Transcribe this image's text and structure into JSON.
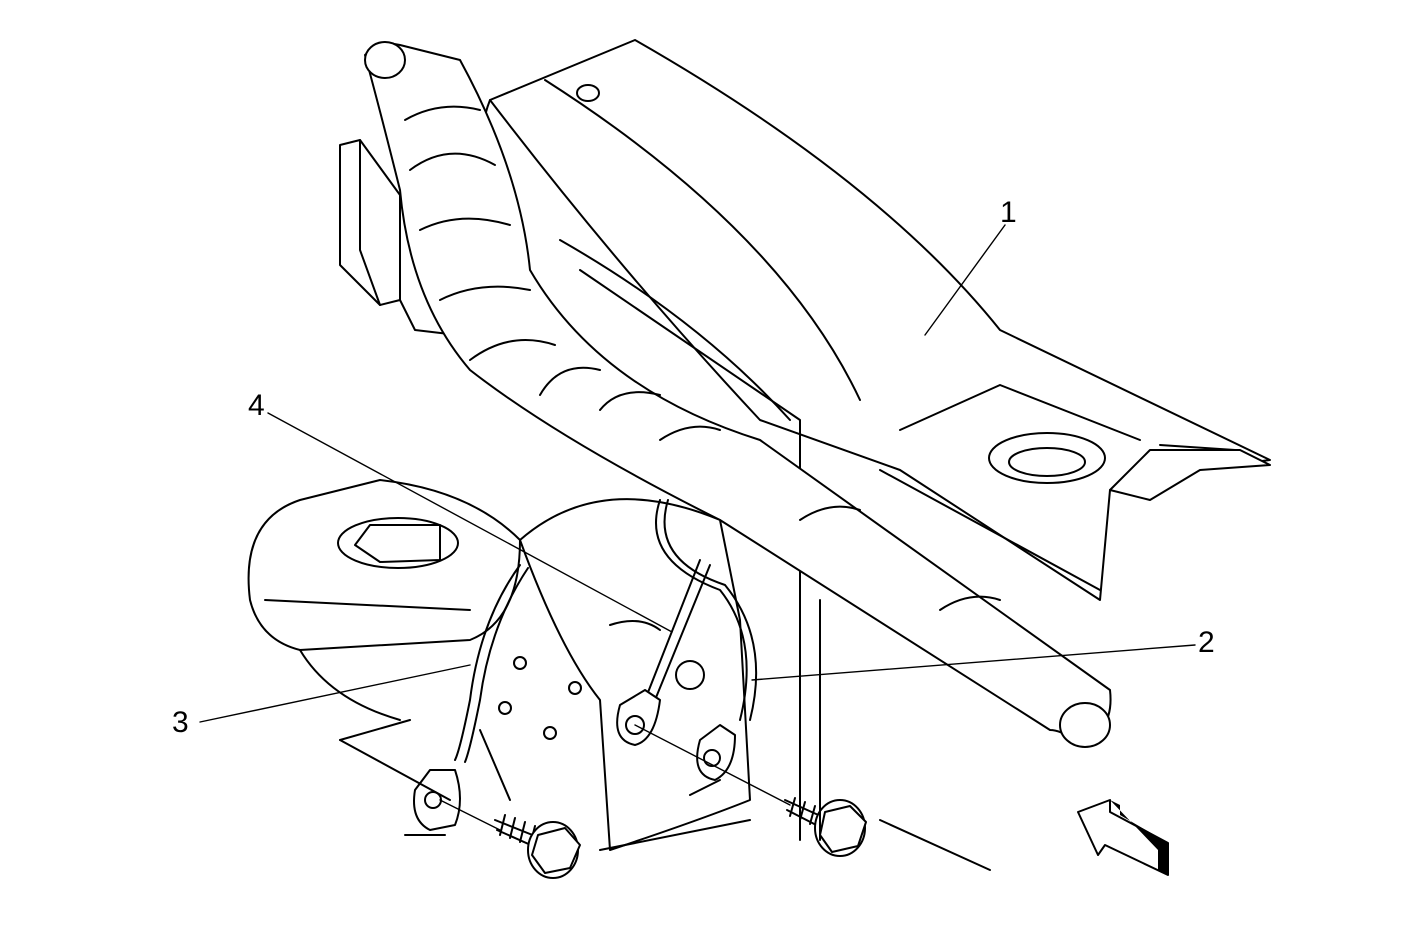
{
  "diagram": {
    "callouts": [
      "1",
      "2",
      "3",
      "4"
    ],
    "colors": {
      "line": "#000000",
      "background": "#ffffff"
    },
    "icons": [
      "view-direction-arrow-icon",
      "bolt-icon",
      "ground-strap-icon"
    ]
  }
}
